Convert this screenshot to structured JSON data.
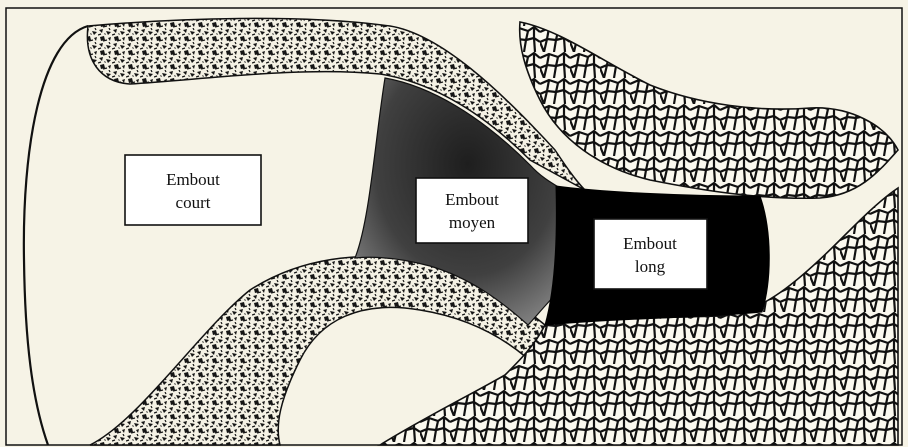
{
  "labels": {
    "short": {
      "line1": "Embout",
      "line2": "court"
    },
    "medium": {
      "line1": "Embout",
      "line2": "moyen"
    },
    "long": {
      "line1": "Embout",
      "line2": "long"
    }
  },
  "colors": {
    "paper": "#f6f3e6",
    "outline": "#111111",
    "medium_zone": "#3a3a3a",
    "long_zone": "#000000",
    "label_fill": "#ffffff"
  }
}
